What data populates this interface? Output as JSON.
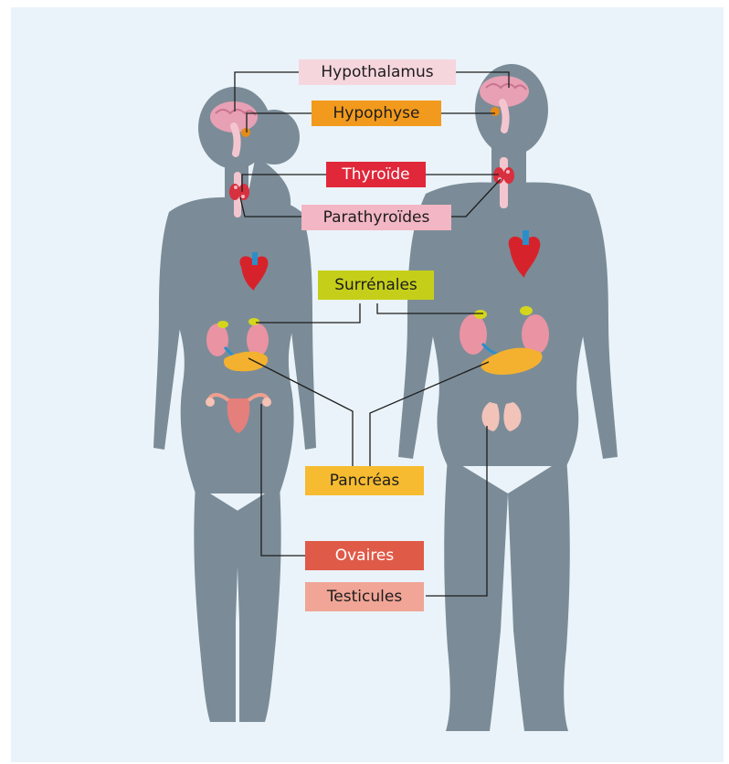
{
  "diagram": {
    "labels": {
      "hypothalamus": "Hypothalamus",
      "hypophyse": "Hypophyse",
      "thyroide": "Thyroïde",
      "parathyroides": "Parathyroïdes",
      "surrenales": "Surrénales",
      "pancreas": "Pancréas",
      "ovaires": "Ovaires",
      "testicules": "Testicules"
    },
    "colors": {
      "background": "#eaf3f9",
      "silhouette": "#7b8c98",
      "hypothalamus": "#f6d6dd",
      "hypophyse": "#f29a1d",
      "thyroide": "#e0283a",
      "parathyroides": "#f3b6c4",
      "surrenales": "#c5cf1a",
      "pancreas": "#f6bb30",
      "ovaires": "#e05a48",
      "testicules": "#f0a596"
    }
  }
}
